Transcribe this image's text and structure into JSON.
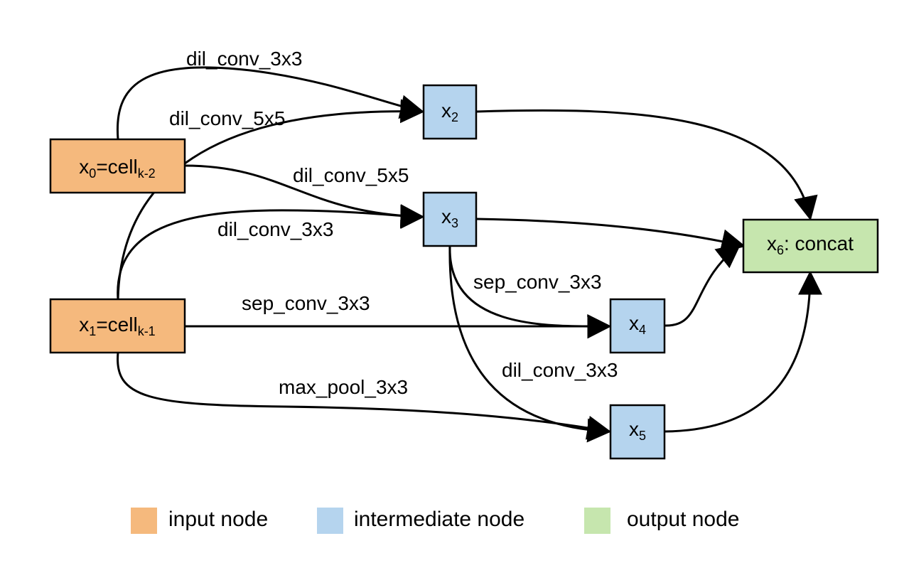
{
  "nodes": {
    "x0": {
      "base": "x",
      "sub": "0",
      "eq": "=cell",
      "sub2": "k-2",
      "role": "input"
    },
    "x1": {
      "base": "x",
      "sub": "1",
      "eq": "=cell",
      "sub2": "k-1",
      "role": "input"
    },
    "x2": {
      "base": "x",
      "sub": "2",
      "role": "intermediate"
    },
    "x3": {
      "base": "x",
      "sub": "3",
      "role": "intermediate"
    },
    "x4": {
      "base": "x",
      "sub": "4",
      "role": "intermediate"
    },
    "x5": {
      "base": "x",
      "sub": "5",
      "role": "intermediate"
    },
    "x6": {
      "base": "x",
      "sub": "6",
      "rest": ": concat",
      "role": "output"
    }
  },
  "edges": [
    {
      "id": "e0",
      "from": "x0",
      "to": "x2",
      "label": "dil_conv_3x3"
    },
    {
      "id": "e1",
      "from": "x1",
      "to": "x2",
      "label": "dil_conv_5x5"
    },
    {
      "id": "e2",
      "from": "x0",
      "to": "x3",
      "label": "dil_conv_5x5"
    },
    {
      "id": "e3",
      "from": "x1",
      "to": "x3",
      "label": "dil_conv_3x3"
    },
    {
      "id": "e4",
      "from": "x3",
      "to": "x4",
      "label": "sep_conv_3x3"
    },
    {
      "id": "e5",
      "from": "x1",
      "to": "x4",
      "label": "sep_conv_3x3"
    },
    {
      "id": "e6",
      "from": "x3",
      "to": "x5",
      "label": "dil_conv_3x3"
    },
    {
      "id": "e7",
      "from": "x1",
      "to": "x5",
      "label": "max_pool_3x3"
    },
    {
      "id": "e8",
      "from": "x2",
      "to": "x6",
      "label": ""
    },
    {
      "id": "e9",
      "from": "x3",
      "to": "x6",
      "label": ""
    },
    {
      "id": "e10",
      "from": "x4",
      "to": "x6",
      "label": ""
    },
    {
      "id": "e11",
      "from": "x5",
      "to": "x6",
      "label": ""
    }
  ],
  "legend": {
    "input": {
      "label": "input node",
      "color": "#f5b97d"
    },
    "intermediate": {
      "label": "intermediate node",
      "color": "#b5d4ee"
    },
    "output": {
      "label": "output node",
      "color": "#c6e6ae"
    }
  }
}
